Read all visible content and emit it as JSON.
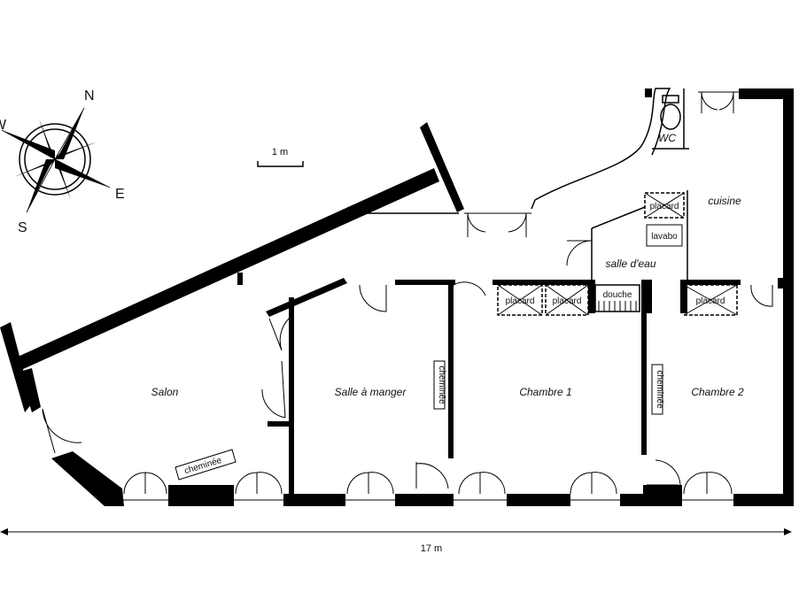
{
  "compass": {
    "north": "N",
    "east": "E",
    "south": "S",
    "west": "W"
  },
  "scale": {
    "label": "1 m"
  },
  "overall_dimension": {
    "label": "17 m"
  },
  "rooms": {
    "salon": "Salon",
    "salle_a_manger": "Salle à manger",
    "chambre1": "Chambre 1",
    "chambre2": "Chambre 2",
    "cuisine": "cuisine",
    "salle_deau": "salle d'eau",
    "wc": "WC"
  },
  "fixtures": {
    "cheminee_salon": "cheminée",
    "cheminee_sam": "cheminée",
    "cheminee_ch2": "cheminée",
    "placard1": "placard",
    "placard2": "placard",
    "placard3": "placard",
    "placard_cuisine": "placard",
    "douche": "douche",
    "lavabo": "lavabo"
  }
}
